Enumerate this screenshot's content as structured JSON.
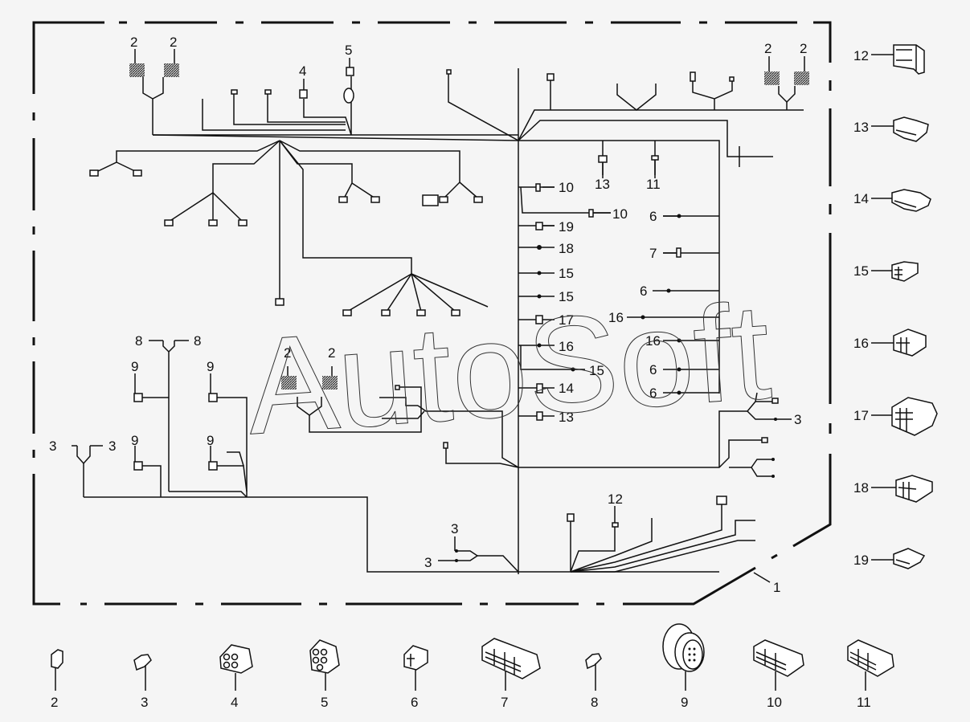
{
  "diagram": {
    "title": "Wiring harness assembly with connectors",
    "watermark": "AutoSoft",
    "harness_label": "1",
    "harness_callouts": {
      "top_left_pair": [
        "2",
        "2"
      ],
      "top_mid": [
        "4",
        "5"
      ],
      "top_right_pair": [
        "2",
        "2"
      ],
      "center_top": [
        "13",
        "11"
      ],
      "spine_left": [
        "10",
        "10",
        "19",
        "18",
        "15",
        "15",
        "17",
        "16",
        "15",
        "14",
        "13"
      ],
      "spine_right": [
        "6",
        "7",
        "6",
        "16",
        "16",
        "6",
        "6"
      ],
      "left_block": [
        "8",
        "8",
        "9",
        "9",
        "9",
        "9",
        "3",
        "3"
      ],
      "mid_block": [
        "2",
        "2"
      ],
      "bottom": [
        "3",
        "3",
        "12"
      ],
      "right_branch": [
        "3"
      ]
    },
    "side_parts": [
      {
        "num": "12",
        "icon": "connector-12-icon"
      },
      {
        "num": "13",
        "icon": "connector-13-icon"
      },
      {
        "num": "14",
        "icon": "connector-14-icon"
      },
      {
        "num": "15",
        "icon": "connector-15-icon"
      },
      {
        "num": "16",
        "icon": "connector-16-icon"
      },
      {
        "num": "17",
        "icon": "connector-17-icon"
      },
      {
        "num": "18",
        "icon": "connector-18-icon"
      },
      {
        "num": "19",
        "icon": "connector-19-icon"
      }
    ],
    "bottom_parts": [
      {
        "num": "2",
        "icon": "connector-2-icon"
      },
      {
        "num": "3",
        "icon": "terminal-3-icon"
      },
      {
        "num": "4",
        "icon": "connector-4-icon"
      },
      {
        "num": "5",
        "icon": "connector-5-icon"
      },
      {
        "num": "6",
        "icon": "connector-6-icon"
      },
      {
        "num": "7",
        "icon": "connector-7-icon"
      },
      {
        "num": "8",
        "icon": "terminal-8-icon"
      },
      {
        "num": "9",
        "icon": "round-connector-9-icon"
      },
      {
        "num": "10",
        "icon": "connector-10-icon"
      },
      {
        "num": "11",
        "icon": "connector-11-icon"
      }
    ]
  }
}
